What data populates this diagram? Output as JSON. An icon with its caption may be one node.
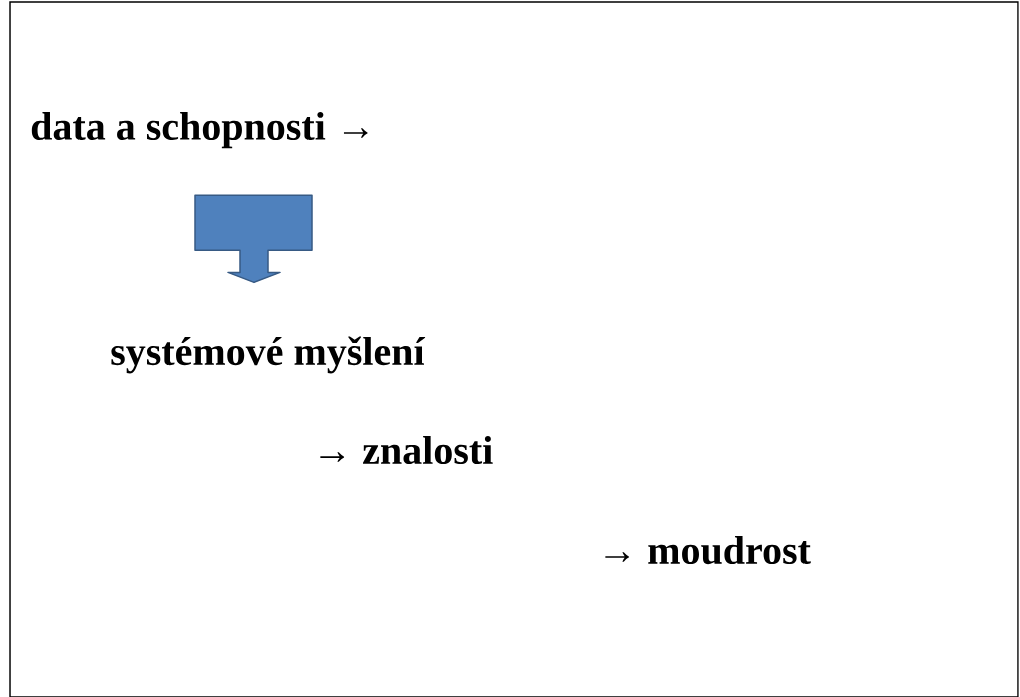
{
  "diagram": {
    "nodes": [
      {
        "text": [
          "data a schopnosti →"
        ]
      },
      {
        "text": [
          "systémové myšlení"
        ]
      },
      {
        "text": [
          "→  znalosti"
        ]
      },
      {
        "text": [
          "→ moudrost"
        ]
      }
    ],
    "edges": [
      {
        "from": 0,
        "to": 1,
        "arrow": "to"
      }
    ]
  }
}
